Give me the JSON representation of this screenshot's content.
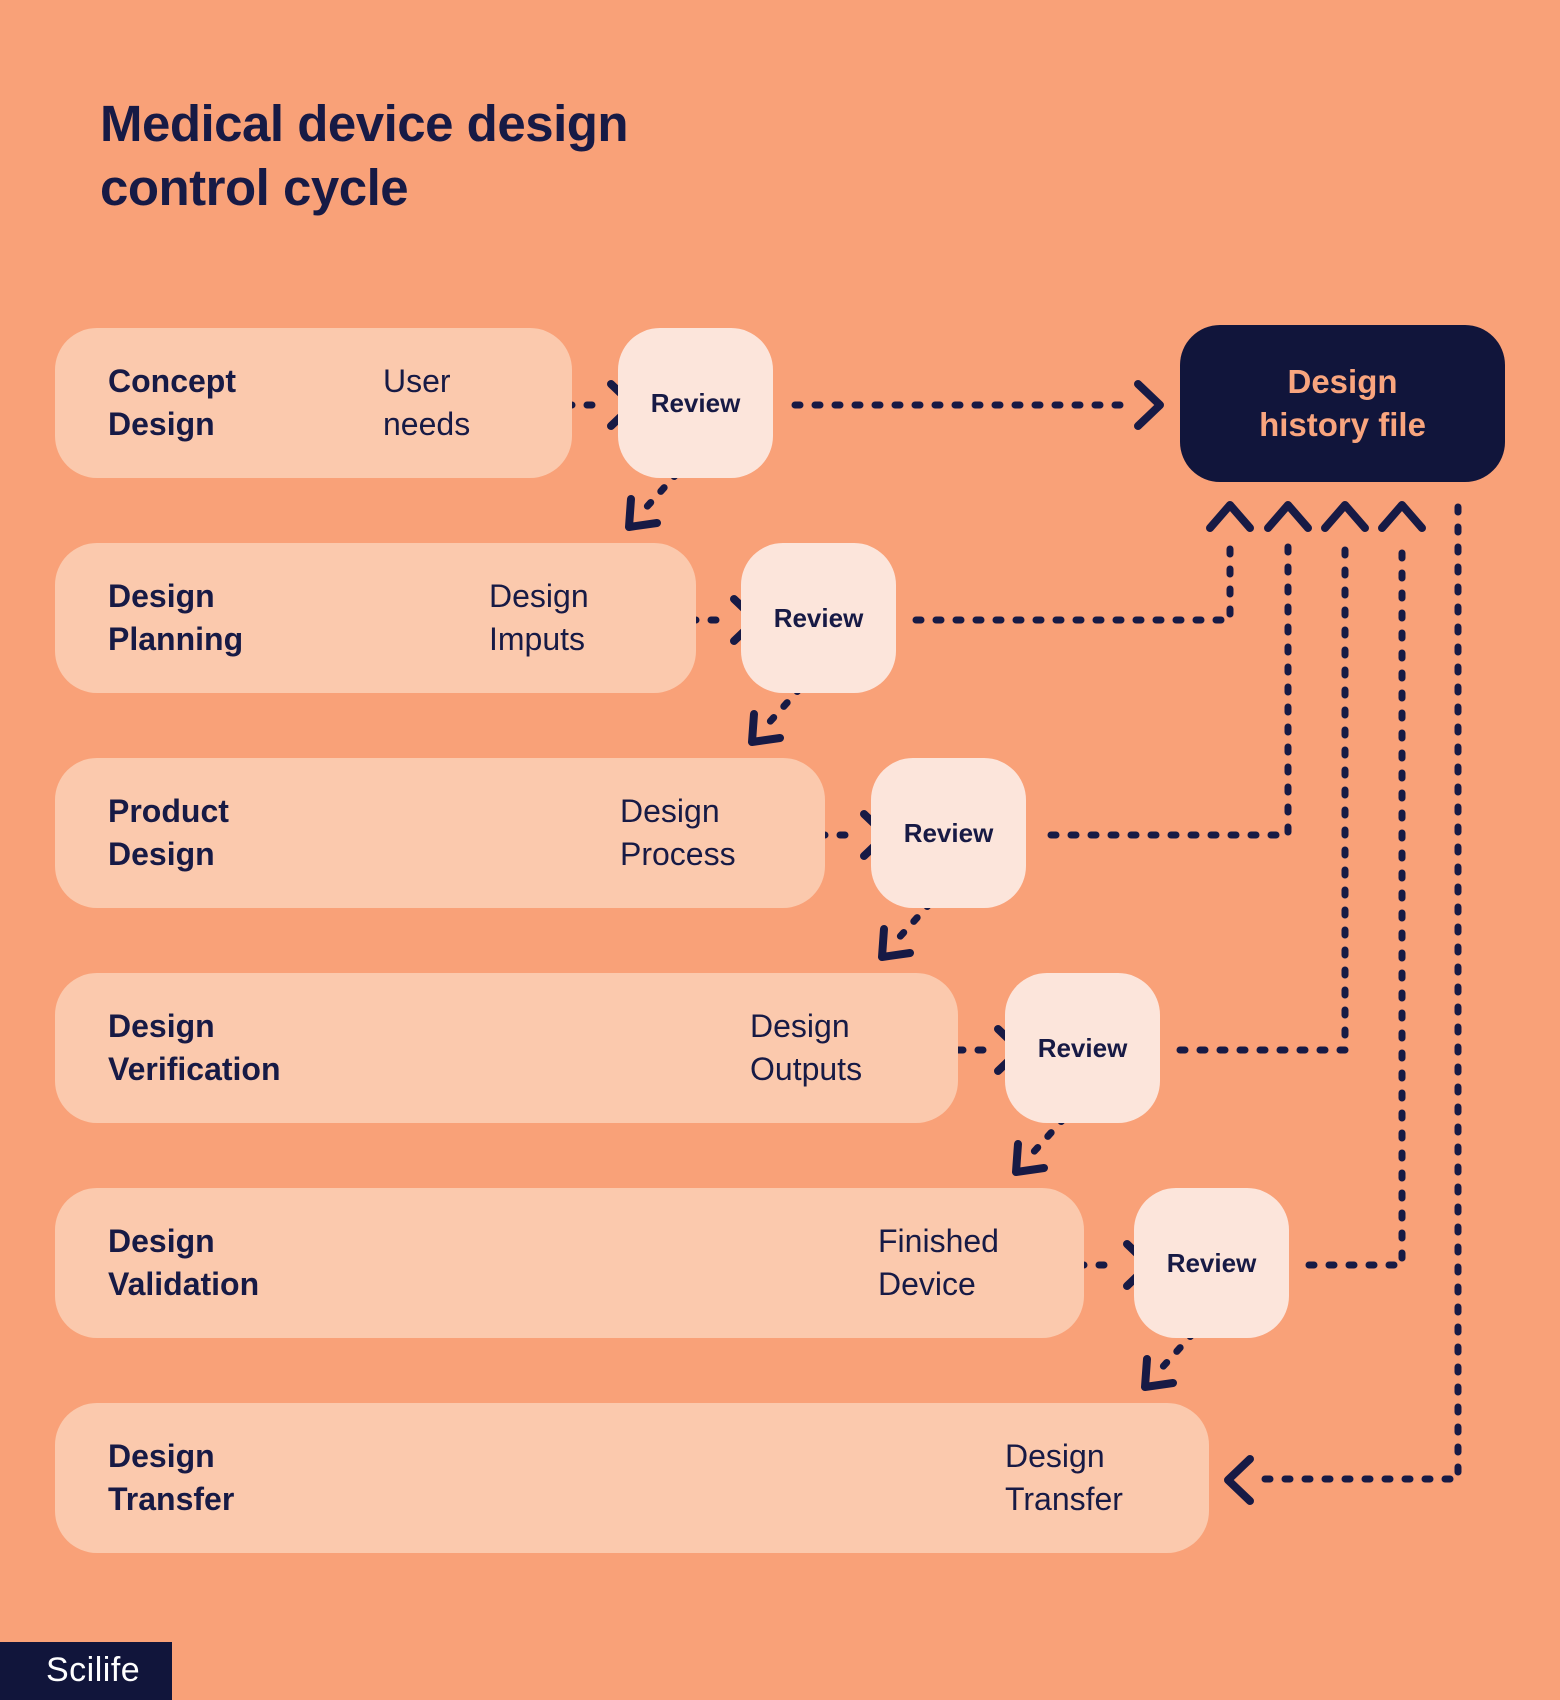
{
  "title": [
    "Medical device design",
    "control cycle"
  ],
  "stages": [
    {
      "name": [
        "Concept",
        "Design"
      ],
      "output": [
        "User",
        "needs"
      ]
    },
    {
      "name": [
        "Design",
        "Planning"
      ],
      "output": [
        "Design",
        "Imputs"
      ]
    },
    {
      "name": [
        "Product",
        "Design"
      ],
      "output": [
        "Design",
        "Process"
      ]
    },
    {
      "name": [
        "Design",
        "Verification"
      ],
      "output": [
        "Design",
        "Outputs"
      ]
    },
    {
      "name": [
        "Design",
        "Validation"
      ],
      "output": [
        "Finished",
        "Device"
      ]
    },
    {
      "name": [
        "Design",
        "Transfer"
      ],
      "output": [
        "Design",
        "Transfer"
      ]
    }
  ],
  "review_label": "Review",
  "design_history_file": [
    "Design",
    "history file"
  ],
  "logo": "Scilife",
  "colors": {
    "background": "#F9A178",
    "stageBox": "#FBC9AD",
    "reviewBox": "#FCE5DB",
    "ink": "#171A45",
    "dhfBg": "#11153B",
    "dhfText": "#F9A57E",
    "logoBg": "#11153B",
    "logoText": "#FFFFFF"
  }
}
